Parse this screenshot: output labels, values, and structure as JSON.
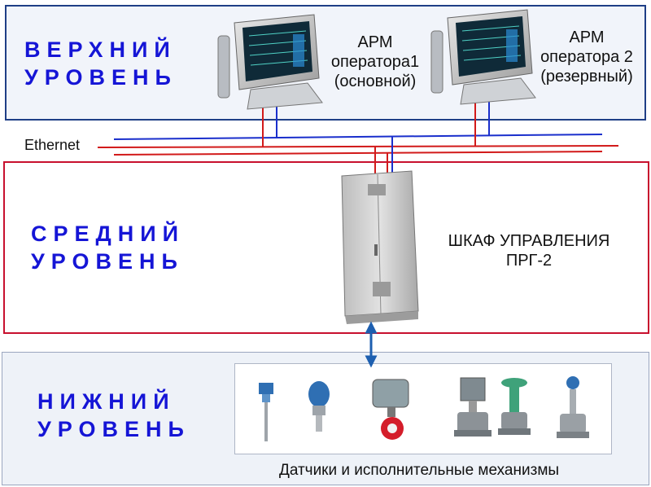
{
  "levels": {
    "top": {
      "title_line1": "ВЕРХНИЙ",
      "title_line2": "УРОВЕНЬ"
    },
    "middle": {
      "title_line1": "СРЕДНИЙ",
      "title_line2": "УРОВЕНЬ"
    },
    "bottom": {
      "title_line1": "НИЖНИЙ",
      "title_line2": "УРОВЕНЬ"
    }
  },
  "workstations": [
    {
      "line1": "АРМ",
      "line2": "оператора1",
      "line3": "(основной)"
    },
    {
      "line1": "АРМ",
      "line2": "оператора 2",
      "line3": "(резервный)"
    }
  ],
  "network": {
    "label": "Ethernet"
  },
  "cabinet": {
    "line1": "ШКАФ УПРАВЛЕНИЯ",
    "line2": "ПРГ-2"
  },
  "devices": {
    "caption": "Датчики и исполнительные механизмы",
    "items": [
      "temperature-sensor",
      "pressure-transmitter",
      "butterfly-valve-actuator",
      "gate-valve-actuator",
      "control-valve",
      "gate-valve"
    ]
  },
  "colors": {
    "title": "#1515d6",
    "top_border": "#1f3f86",
    "middle_border": "#c8102e",
    "line_red": "#d21a1a",
    "line_blue": "#1a2fcc",
    "arrow": "#1d5fb0"
  }
}
